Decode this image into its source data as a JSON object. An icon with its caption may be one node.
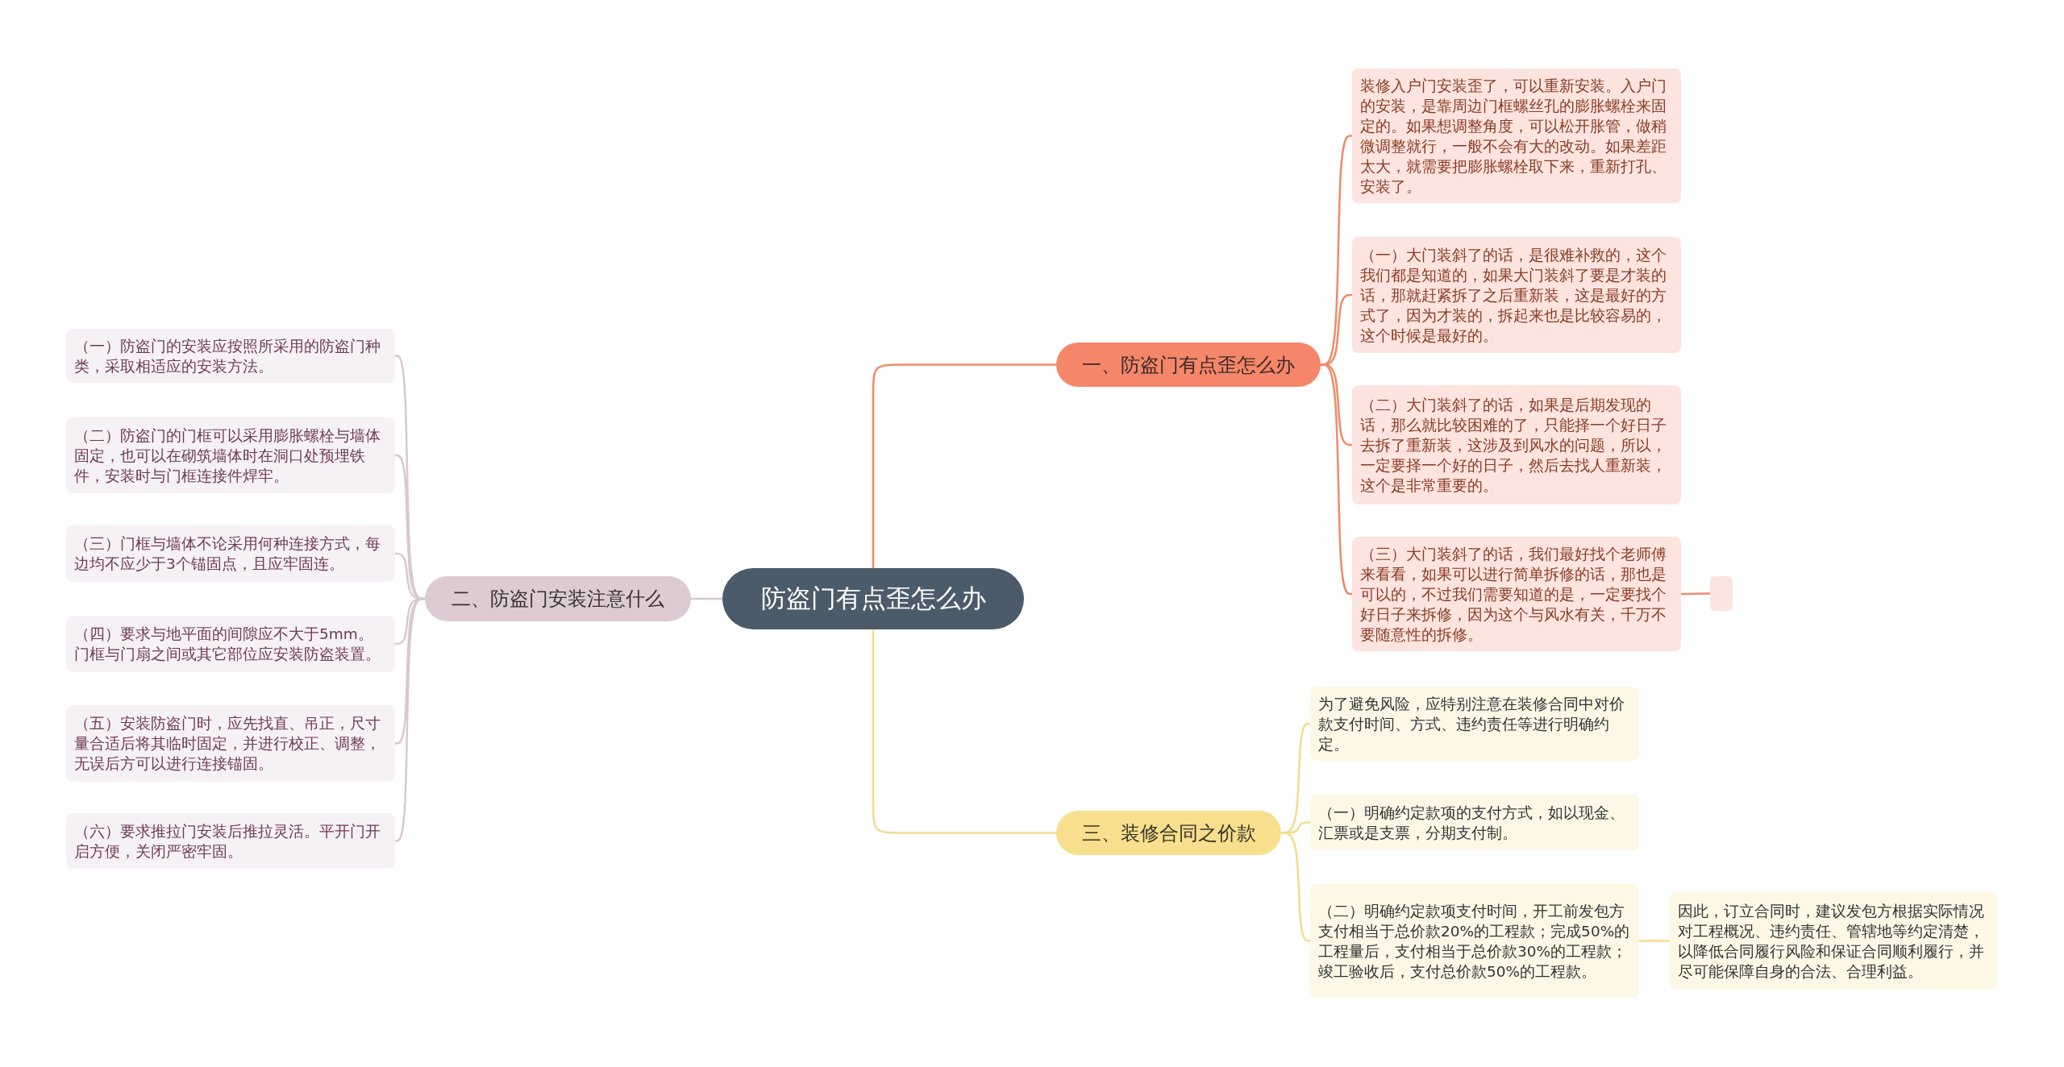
{
  "diagram": {
    "nodes": [
      {
        "text": [
          "防盗门有点歪怎么办"
        ]
      },
      {
        "text": [
          "一、防盗门有点歪怎么办"
        ]
      },
      {
        "text": [
          "装修入户门安装歪了，可以重新安装。入户门的安装，是靠周边门框螺丝孔的膨胀螺栓来固定的。如果想调整角度，可以松开胀管，做稍微调整就行，一般不会有大的改动。如果差距太大，就需要把膨胀螺栓取下来，重新打孔、安装了。"
        ]
      },
      {
        "text": [
          "（一）大门装斜了的话，是很难补救的，这个我们都是知道的，如果大门装斜了要是才装的话，那就赶紧拆了之后重新装，这是最好的方式了，因为才装的，拆起来也是比较容易的，这个时候是最好的。"
        ]
      },
      {
        "text": [
          "（二）大门装斜了的话，如果是后期发现的话，那么就比较困难的了，只能择一个好日子去拆了重新装，这涉及到风水的问题，所以，一定要择一个好的日子，然后去找人重新装，这个是非常重要的。"
        ]
      },
      {
        "text": [
          "（三）大门装斜了的话，我们最好找个老师傅来看看，如果可以进行简单拆修的话，那也是可以的，不过我们需要知道的是，一定要找个好日子来拆修，因为这个与风水有关，千万不要随意性的拆修。"
        ]
      },
      {
        "text": [],
        "shape": "box"
      },
      {
        "text": [
          "二、防盗门安装注意什么"
        ]
      },
      {
        "text": [
          "（一）防盗门的安装应按照所采用的防盗门种类，采取相适应的安装方法。"
        ]
      },
      {
        "text": [
          "（二）防盗门的门框可以采用膨胀螺栓与墙体固定，也可以在砌筑墙体时在洞口处预埋铁件，安装时与门框连接件焊牢。"
        ]
      },
      {
        "text": [
          "（三）门框与墙体不论采用何种连接方式，每边均不应少于3个锚固点，且应牢固连。"
        ]
      },
      {
        "text": [
          "（四）要求与地平面的间隙应不大于5mm。门框与门扇之间或其它部位应安装防盗装置。"
        ]
      },
      {
        "text": [
          "（五）安装防盗门时，应先找直、吊正，尺寸量合适后将其临时固定，并进行校正、调整，无误后方可以进行连接锚固。"
        ]
      },
      {
        "text": [
          "（六）要求推拉门安装后推拉灵活。平开门开启方便，关闭严密牢固。"
        ]
      },
      {
        "text": [
          "三、装修合同之价款"
        ]
      },
      {
        "text": [
          "为了避免风险，应特别注意在装修合同中对价款支付时间、方式、违约责任等进行明确约定。"
        ]
      },
      {
        "text": [
          "（一）明确约定款项的支付方式，如以现金、汇票或是支票，分期支付制。"
        ]
      },
      {
        "text": [
          "（二）明确约定款项支付时间，开工前发包方支付相当于总价款20%的工程款；完成50%的工程量后，支付相当于总价款30%的工程款；竣工验收后，支付总价款50%的工程款。"
        ]
      },
      {
        "text": [
          "因此，订立合同时，建议发包方根据实际情况对工程概况、违约责任、管辖地等约定清楚，以降低合同履行风险和保证合同顺利履行，并尽可能保障自身的合法、合理利益。"
        ]
      }
    ],
    "edges": [
      {
        "from": 0,
        "to": 1,
        "arrow": "none",
        "color": "#ef8a6a"
      },
      {
        "from": 1,
        "to": 2,
        "arrow": "none",
        "color": "#ef8a6a"
      },
      {
        "from": 1,
        "to": 3,
        "arrow": "none",
        "color": "#ef8a6a"
      },
      {
        "from": 1,
        "to": 4,
        "arrow": "none",
        "color": "#ef8a6a"
      },
      {
        "from": 1,
        "to": 5,
        "arrow": "none",
        "color": "#ef8a6a"
      },
      {
        "from": 5,
        "to": 6,
        "arrow": "none",
        "color": "#ef8a6a"
      },
      {
        "from": 0,
        "to": 7,
        "arrow": "none"
      },
      {
        "from": 7,
        "to": 8,
        "arrow": "none"
      },
      {
        "from": 7,
        "to": 9,
        "arrow": "none"
      },
      {
        "from": 7,
        "to": 10,
        "arrow": "none"
      },
      {
        "from": 7,
        "to": 11,
        "arrow": "none"
      },
      {
        "from": 7,
        "to": 12,
        "arrow": "none"
      },
      {
        "from": 7,
        "to": 13,
        "arrow": "none"
      },
      {
        "from": 0,
        "to": 14,
        "arrow": "none",
        "color": "#f3dc8e"
      },
      {
        "from": 14,
        "to": 15,
        "arrow": "none",
        "color": "#f3dc8e"
      },
      {
        "from": 14,
        "to": 16,
        "arrow": "none",
        "color": "#f3dc8e"
      },
      {
        "from": 14,
        "to": 17,
        "arrow": "none",
        "color": "#f3dc8e"
      },
      {
        "from": 17,
        "to": 18,
        "arrow": "none",
        "color": "#f3dc8e"
      }
    ]
  }
}
